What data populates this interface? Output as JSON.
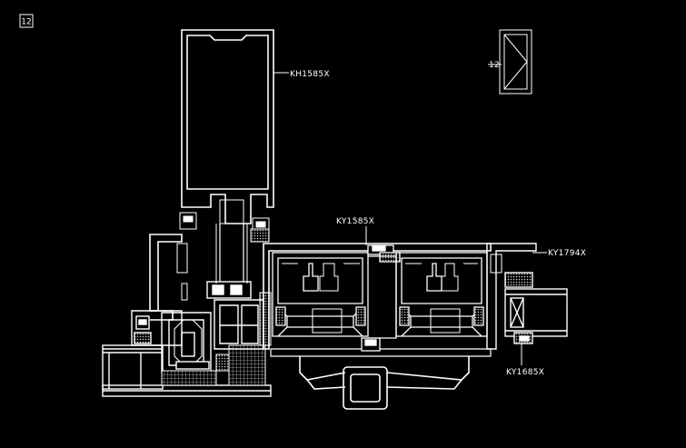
{
  "detail_number": "12",
  "thumbnail_callout": "12",
  "profile_labels": {
    "top_profile": "KH1585X",
    "upper_center": "KY1585X",
    "right_profile": "KY1794X",
    "lower_right": "KY1685X"
  },
  "colors": {
    "background": "#000000",
    "line": "#ffffff",
    "hatch": "#bdbdbd"
  }
}
